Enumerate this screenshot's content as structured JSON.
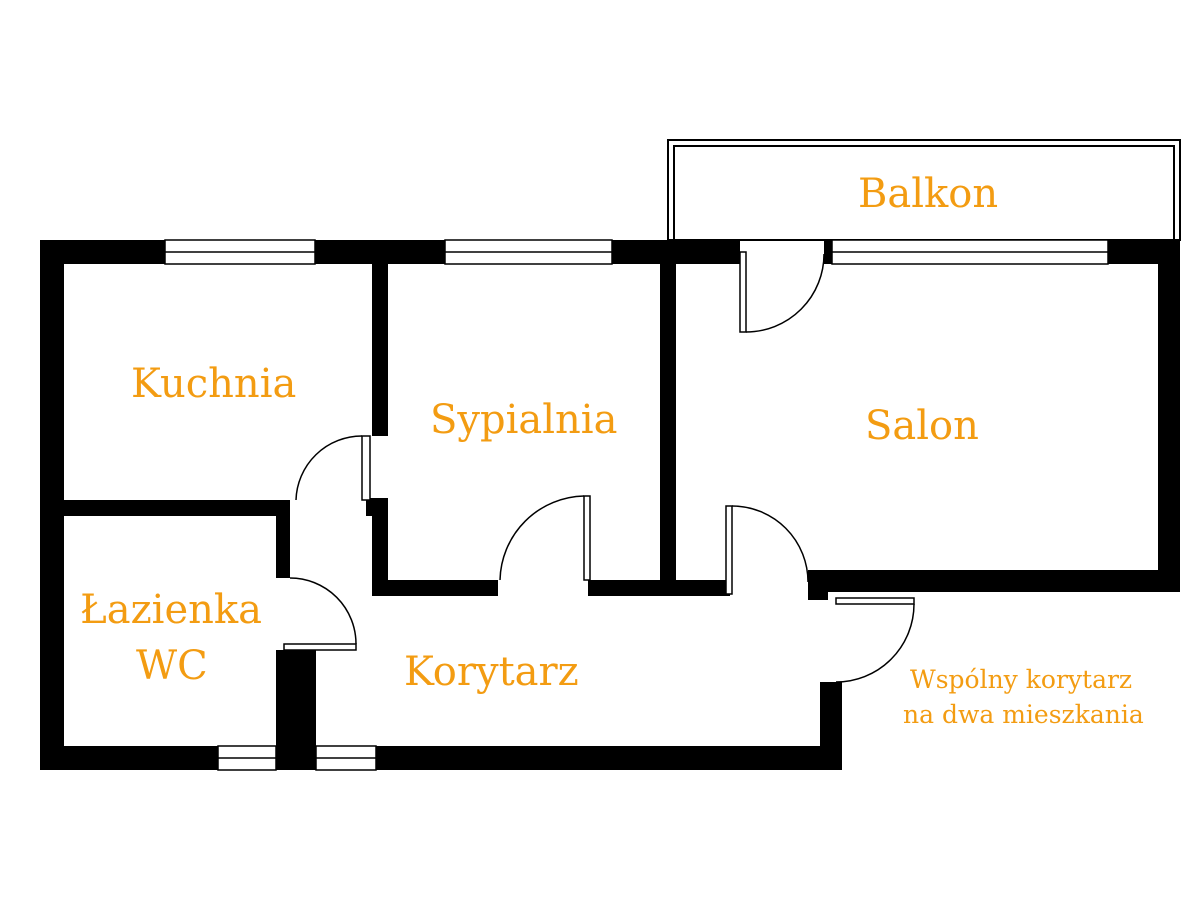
{
  "floorplan": {
    "label_color": "#F39C12",
    "wall_color": "#000000",
    "rooms": {
      "balkon": "Balkon",
      "kuchnia": "Kuchnia",
      "sypialnia": "Sypialnia",
      "salon": "Salon",
      "lazienka_line1": "Łazienka",
      "lazienka_line2": "WC",
      "korytarz": "Korytarz"
    },
    "note": {
      "line1": "Wspólny korytarz",
      "line2": "na dwa mieszkania"
    }
  }
}
